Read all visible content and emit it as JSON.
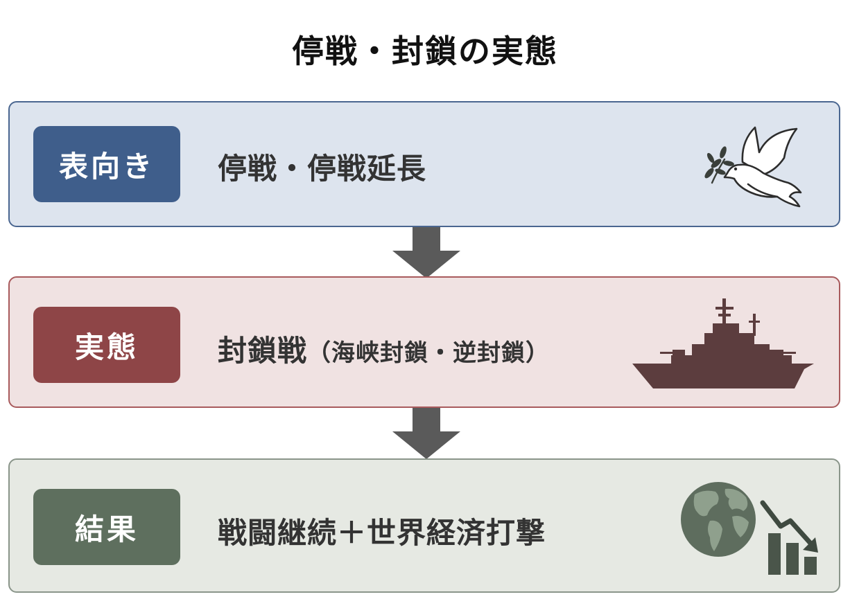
{
  "title": "停戦・封鎖の実態",
  "rows": [
    {
      "label": "表向き",
      "text": "停戦・停戦延長",
      "sub_text": "",
      "icon": "dove-olive-branch-icon",
      "colors": {
        "panel": "#dde4ee",
        "border": "#4a6690",
        "badge": "#3f5e8b"
      }
    },
    {
      "label": "実態",
      "text": "封鎖戦",
      "sub_text": "（海峡封鎖・逆封鎖）",
      "icon": "warship-icon",
      "colors": {
        "panel": "#f0e2e2",
        "border": "#a85a5c",
        "badge": "#8e4547"
      }
    },
    {
      "label": "結果",
      "text": "戦闘継続＋世界経済打撃",
      "sub_text": "",
      "icon": "globe-decline-chart-icon",
      "colors": {
        "panel": "#e6e9e3",
        "border": "#8a958a",
        "badge": "#5e6f5e"
      }
    }
  ],
  "arrow_color": "#5a5a5a"
}
